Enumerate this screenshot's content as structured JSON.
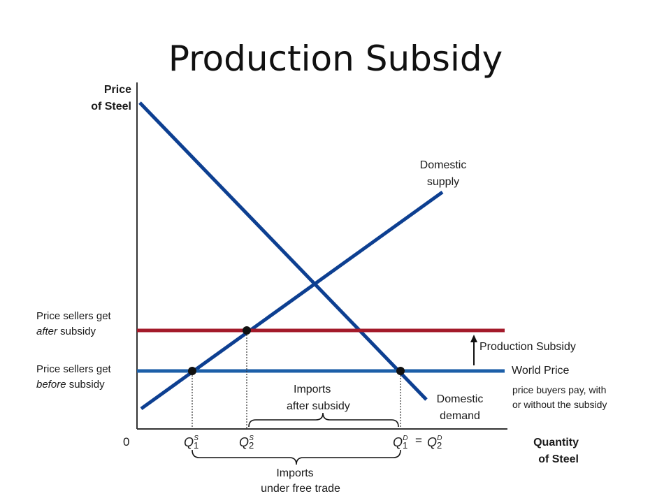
{
  "title": "Production Subsidy",
  "axes": {
    "y_label_line1": "Price",
    "y_label_line2": "of Steel",
    "x_label_line1": "Quantity",
    "x_label_line2": "of Steel",
    "origin": "0"
  },
  "curves": {
    "supply_line1": "Domestic",
    "supply_line2": "supply",
    "demand_line1": "Domestic",
    "demand_line2": "demand"
  },
  "prices": {
    "after_line1": "Price sellers get",
    "after_emph": "after",
    "after_rest": " subsidy",
    "before_line1": "Price sellers get",
    "before_emph": "before",
    "before_rest": " subsidy",
    "production_subsidy": "Production Subsidy",
    "world_price": "World Price",
    "buyers_line1": "price buyers pay, with",
    "buyers_line2": "or without the subsidy"
  },
  "quantities": {
    "q1s": {
      "letter": "Q",
      "sub": "1",
      "sup": "S"
    },
    "q2s": {
      "letter": "Q",
      "sub": "2",
      "sup": "S"
    },
    "q1d": {
      "letter": "Q",
      "sub": "1",
      "sup": "D"
    },
    "equals": "=",
    "q2d": {
      "letter": "Q",
      "sub": "2",
      "sup": "D"
    }
  },
  "braces": {
    "after_line1": "Imports",
    "after_line2": "after subsidy",
    "free_line1": "Imports",
    "free_line2": "under free trade"
  },
  "colors": {
    "curve": "#0d3f91",
    "subsidy_price": "#a31a2a",
    "world_price": "#1c5fa8",
    "axis": "#333333"
  }
}
